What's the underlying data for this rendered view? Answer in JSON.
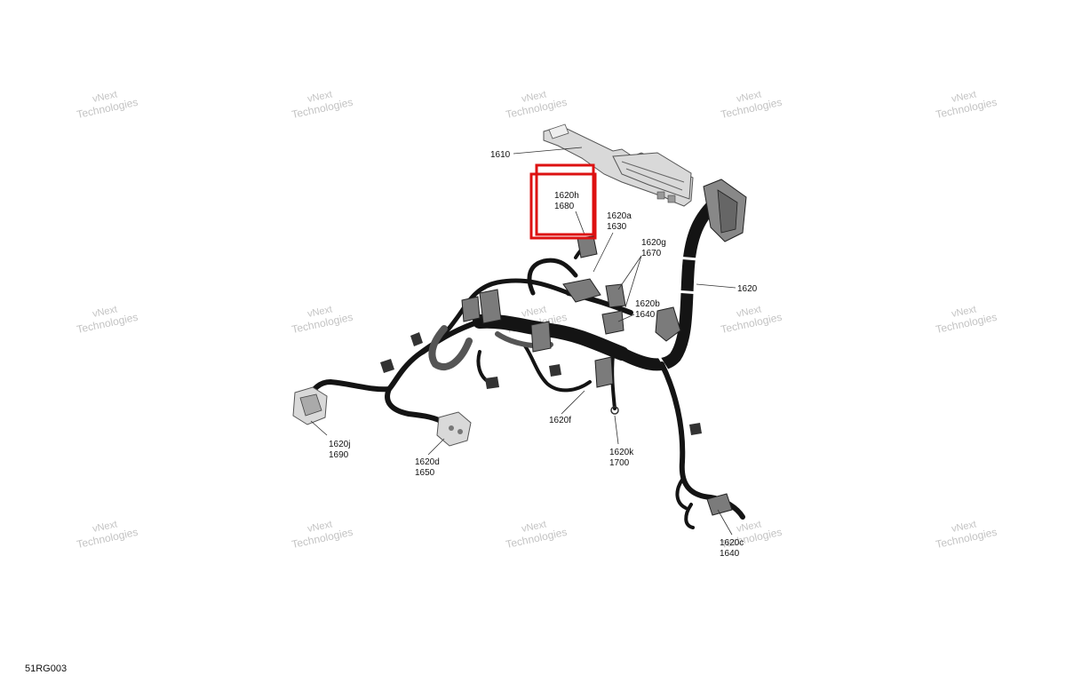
{
  "diagram_code": "51RG003",
  "watermark": {
    "line1": "vNext",
    "line2": "Technologies"
  },
  "callouts": {
    "c1610": {
      "ref": "1610"
    },
    "c1620h": {
      "ref": "1620h",
      "qty": "1680"
    },
    "c1620a": {
      "ref": "1620a",
      "qty": "1630"
    },
    "c1620g": {
      "ref": "1620g",
      "qty": "1670"
    },
    "c1620": {
      "ref": "1620"
    },
    "c1620b": {
      "ref": "1620b",
      "qty": "1640"
    },
    "c1620f": {
      "ref": "1620f"
    },
    "c1620j": {
      "ref": "1620j",
      "qty": "1690"
    },
    "c1620d": {
      "ref": "1620d",
      "qty": "1650"
    },
    "c1620k": {
      "ref": "1620k",
      "qty": "1700"
    },
    "c1620c": {
      "ref": "1620c",
      "qty": "1640"
    }
  },
  "highlight_color": "#dd1111"
}
